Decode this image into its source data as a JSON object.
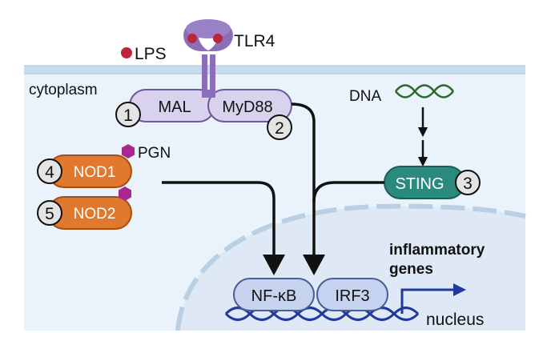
{
  "labels": {
    "lps": "LPS",
    "tlr4": "TLR4",
    "cytoplasm": "cytoplasm",
    "mal": "MAL",
    "myd88": "MyD88",
    "dna": "DNA",
    "sting": "STING",
    "pgn": "PGN",
    "nod1": "NOD1",
    "nod2": "NOD2",
    "nfkb": "NF-κB",
    "irf3": "IRF3",
    "inflammatory_line1": "inflammatory",
    "inflammatory_line2": "genes",
    "nucleus": "nucleus"
  },
  "badges": {
    "mal": "1",
    "myd88": "2",
    "sting": "3",
    "nod1": "4",
    "nod2": "5"
  },
  "colors": {
    "membrane": "#c9dced",
    "cytoplasm_bg": "#eaf3fb",
    "receptor": "#8a6fb8",
    "ligand": "#c0243b",
    "adaptor_fill": "#d8d2ec",
    "adaptor_stroke": "#6a5a9a",
    "nod_fill": "#e0782e",
    "nod_stroke": "#a64f14",
    "pgn": "#a8288f",
    "sting_fill": "#2b8a7e",
    "tf_fill": "#c5d3ee",
    "tf_stroke": "#4a5d99",
    "dna": "#1f3a9a",
    "dna_green": "#2e6b2e",
    "arrow": "#111111",
    "nuclear_envelope": "#b9cfe4",
    "badge_fill": "#e4e4e4"
  }
}
